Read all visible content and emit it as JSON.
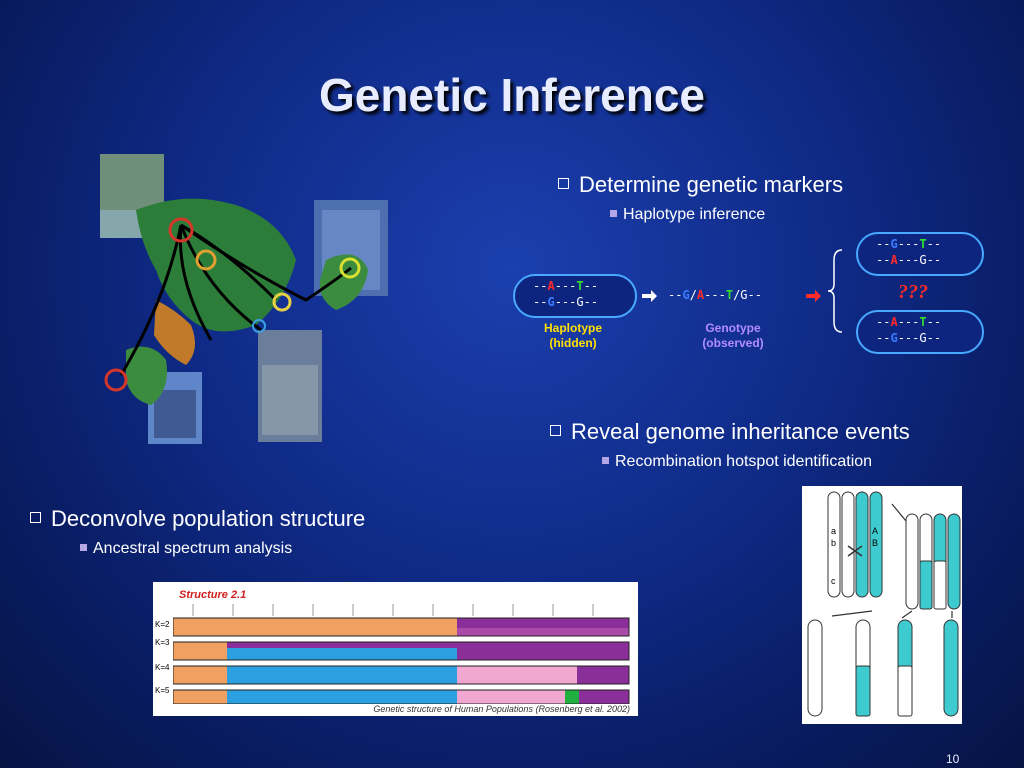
{
  "slide": {
    "title": "Genetic Inference",
    "page_number": "10"
  },
  "bullets": {
    "markers": {
      "main": "Determine genetic markers",
      "sub": "Haplotype inference"
    },
    "inheritance": {
      "main": "Reveal genome inheritance events",
      "sub": "Recombination hotspot identification"
    },
    "structure": {
      "main": "Deconvolve population structure",
      "sub": "Ancestral spectrum analysis"
    }
  },
  "haplotype_diagram": {
    "hidden_line1": [
      "--",
      "A",
      "---",
      "T",
      "--"
    ],
    "hidden_line2": [
      "--",
      "G",
      "---",
      "G",
      "--"
    ],
    "hidden_label": "Haplotype",
    "hidden_sublabel": "(hidden)",
    "genotype_parts": [
      "--",
      "G",
      "/",
      "A",
      "---",
      "T",
      "/G--"
    ],
    "genotype_label": "Genotype",
    "genotype_sublabel": "(observed)",
    "option1_line1": [
      "--",
      "G",
      "---",
      "T",
      "--"
    ],
    "option1_line2": [
      "--",
      "A",
      "---",
      "G",
      "--"
    ],
    "option2_line1": [
      "--",
      "A",
      "---",
      "T",
      "--"
    ],
    "option2_line2": [
      "--",
      "G",
      "---",
      "G",
      "--"
    ],
    "question": "???",
    "colors": {
      "A": "#ff2a2a",
      "G": "#3a7bff",
      "T": "#33dd33",
      "label_yellow": "#ffe000",
      "label_purple": "#b28cff"
    }
  },
  "structure_panel": {
    "heading": "Structure 2.1",
    "rows": [
      "K=2",
      "K=3",
      "K=4",
      "K=5"
    ],
    "caption": "Genetic structure of Human Populations (Rosenberg et al. 2002)"
  },
  "chromosome_panel": {
    "labels": [
      "a",
      "b",
      "c",
      "A",
      "B"
    ]
  }
}
